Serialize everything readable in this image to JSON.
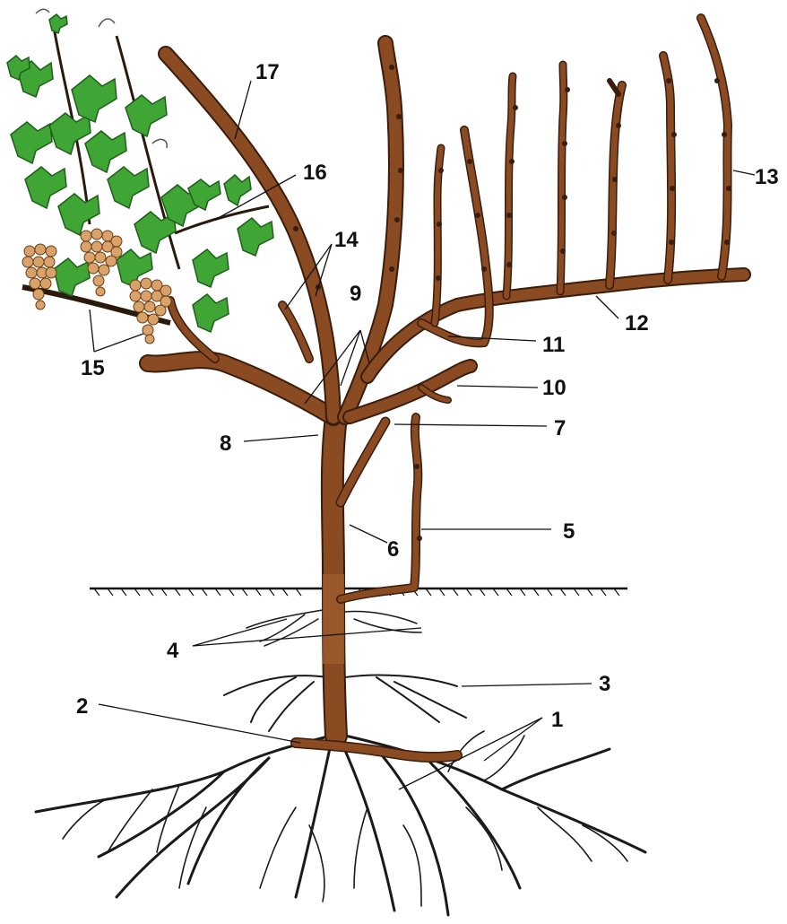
{
  "labels": [
    {
      "id": "1",
      "text": "1"
    },
    {
      "id": "2",
      "text": "2"
    },
    {
      "id": "3",
      "text": "3"
    },
    {
      "id": "4",
      "text": "4"
    },
    {
      "id": "5",
      "text": "5"
    },
    {
      "id": "6",
      "text": "6"
    },
    {
      "id": "7",
      "text": "7"
    },
    {
      "id": "8",
      "text": "8"
    },
    {
      "id": "9",
      "text": "9"
    },
    {
      "id": "10",
      "text": "10"
    },
    {
      "id": "11",
      "text": "11"
    },
    {
      "id": "12",
      "text": "12"
    },
    {
      "id": "13",
      "text": "13"
    },
    {
      "id": "14",
      "text": "14"
    },
    {
      "id": "15",
      "text": "15"
    },
    {
      "id": "16",
      "text": "16"
    },
    {
      "id": "17",
      "text": "17"
    }
  ],
  "colors": {
    "wood": "#8a4a22",
    "wood_outline": "#3a1d0c",
    "leaf": "#3fa535",
    "grape": "#d9a26b",
    "root": "#1a1a1a"
  }
}
